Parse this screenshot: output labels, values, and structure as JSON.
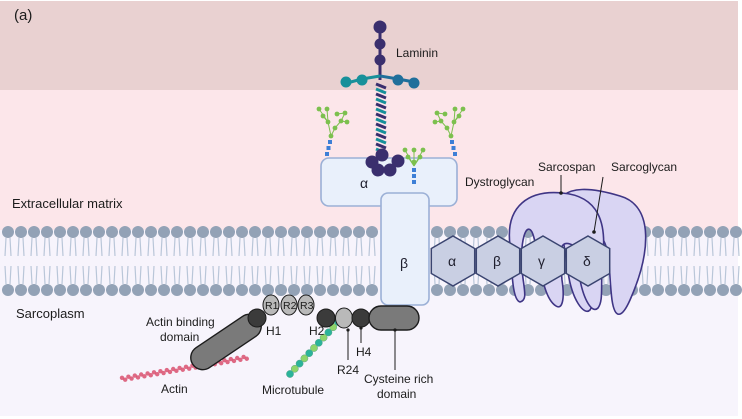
{
  "figure": {
    "panel_label": "(a)",
    "regions": {
      "extracellular": "Extracellular matrix",
      "intracellular": "Sarcoplasm"
    },
    "proteins": {
      "laminin": "Laminin",
      "dystroglycan": "Dystroglycan",
      "dystroglycan_alpha": "α",
      "dystroglycan_beta": "β",
      "sarcospan": "Sarcospan",
      "sarcoglycan": "Sarcoglycan",
      "sarcoglycan_subunits": [
        "α",
        "β",
        "γ",
        "δ"
      ]
    },
    "dystrophin": {
      "actin_binding_domain": [
        "Actin binding",
        "domain"
      ],
      "repeats": [
        "R1",
        "R2",
        "R3"
      ],
      "hinges": {
        "h1": "H1",
        "h2": "H2",
        "h4": "H4"
      },
      "r24": "R24",
      "cysteine_rich_domain": [
        "Cysteine rich",
        "domain"
      ]
    },
    "partners": {
      "actin": "Actin",
      "microtubule": "Microtubule"
    },
    "colors": {
      "ecm_top": "#e9d1d1",
      "ecm": "#fce6ea",
      "sarcoplasm": "#f7f4fc",
      "membrane_head": "#93a2b6",
      "membrane_tail": "#b9c6d8",
      "dystroglycan_fill": "#e9f0fb",
      "dystroglycan_stroke": "#9bb0d6",
      "sarcoglycan_fill": "#c9cfe3",
      "sarcoglycan_stroke": "#3a4470",
      "sarcospan_fill": "#d9d5f3",
      "sarcospan_stroke": "#3f3585",
      "laminin_dark": "#3a2f6e",
      "laminin_teal": "#17909a",
      "laminin_blue": "#1f6f9b",
      "glycan_green": "#7cc04e",
      "glycan_blue": "#3d7fd6",
      "dystrophin_dark": "#3b3b3b",
      "dystrophin_mid": "#7a7a7a",
      "dystrophin_light": "#b9b9b9",
      "actin": "#d9506e",
      "microtubule_a": "#2bb39a",
      "microtubule_b": "#8fd46a"
    }
  }
}
